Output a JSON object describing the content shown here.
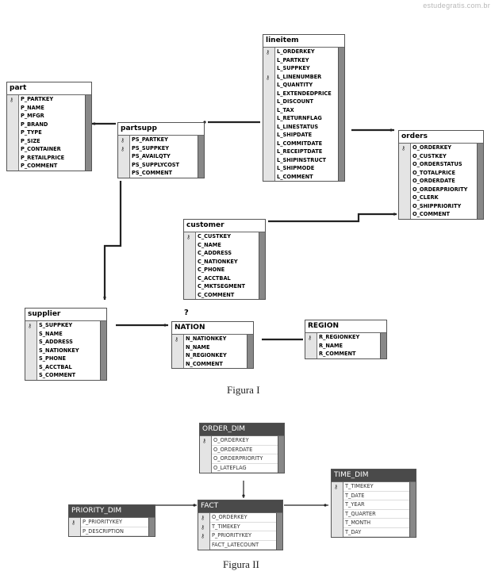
{
  "watermark": "estudegratis.com.br",
  "figure1_caption": "Figura I",
  "figure2_caption": "Figura II",
  "stray_mark": "?",
  "tables": {
    "part": {
      "title": "part",
      "fields": [
        "P_PARTKEY",
        "P_NAME",
        "P_MFGR",
        "P_BRAND",
        "P_TYPE",
        "P_SIZE",
        "P_CONTAINER",
        "P_RETAILPRICE",
        "P_COMMENT"
      ],
      "keys": [
        0
      ]
    },
    "partsupp": {
      "title": "partsupp",
      "fields": [
        "PS_PARTKEY",
        "PS_SUPPKEY",
        "PS_AVAILQTY",
        "PS_SUPPLYCOST",
        "PS_COMMENT"
      ],
      "keys": [
        0,
        1
      ]
    },
    "lineitem": {
      "title": "lineitem",
      "fields": [
        "L_ORDERKEY",
        "L_PARTKEY",
        "L_SUPPKEY",
        "L_LINENUMBER",
        "L_QUANTITY",
        "L_EXTENDEDPRICE",
        "L_DISCOUNT",
        "L_TAX",
        "L_RETURNFLAG",
        "L_LINESTATUS",
        "L_SHIPDATE",
        "L_COMMITDATE",
        "L_RECEIPTDATE",
        "L_SHIPINSTRUCT",
        "L_SHIPMODE",
        "L_COMMENT"
      ],
      "keys": [
        0,
        3
      ]
    },
    "orders": {
      "title": "orders",
      "fields": [
        "O_ORDERKEY",
        "O_CUSTKEY",
        "O_ORDERSTATUS",
        "O_TOTALPRICE",
        "O_ORDERDATE",
        "O_ORDERPRIORITY",
        "O_CLERK",
        "O_SHIPPRIORITY",
        "O_COMMENT"
      ],
      "keys": [
        0
      ]
    },
    "customer": {
      "title": "customer",
      "fields": [
        "C_CUSTKEY",
        "C_NAME",
        "C_ADDRESS",
        "C_NATIONKEY",
        "C_PHONE",
        "C_ACCTBAL",
        "C_MKTSEGMENT",
        "C_COMMENT"
      ],
      "keys": [
        0
      ]
    },
    "supplier": {
      "title": "supplier",
      "fields": [
        "S_SUPPKEY",
        "S_NAME",
        "S_ADDRESS",
        "S_NATIONKEY",
        "S_PHONE",
        "S_ACCTBAL",
        "S_COMMENT"
      ],
      "keys": [
        0
      ]
    },
    "nation": {
      "title": "NATION",
      "fields": [
        "N_NATIONKEY",
        "N_NAME",
        "N_REGIONKEY",
        "N_COMMENT"
      ],
      "keys": [
        0
      ]
    },
    "region": {
      "title": "REGION",
      "fields": [
        "R_REGIONKEY",
        "R_NAME",
        "R_COMMENT"
      ],
      "keys": [
        0
      ]
    },
    "order_dim": {
      "title": "ORDER_DIM",
      "fields": [
        "O_ORDERKEY",
        "O_ORDERDATE",
        "O_ORDERPRIORITY",
        "O_LATEFLAG"
      ],
      "keys": [
        0
      ]
    },
    "priority_dim": {
      "title": "PRIORITY_DIM",
      "fields": [
        "P_PRIORITYKEY",
        "P_DESCRIPTION"
      ],
      "keys": [
        0
      ]
    },
    "fact": {
      "title": "FACT",
      "fields": [
        "O_ORDERKEY",
        "T_TIMEKEY",
        "P_PRIORITYKEY",
        "FACT_LATECOUNT"
      ],
      "keys": [
        0,
        1,
        2
      ]
    },
    "time_dim": {
      "title": "TIME_DIM",
      "fields": [
        "T_TIMEKEY",
        "T_DATE",
        "T_YEAR",
        "T_QUARTER",
        "T_MONTH",
        "T_DAY"
      ],
      "keys": [
        0
      ]
    }
  }
}
